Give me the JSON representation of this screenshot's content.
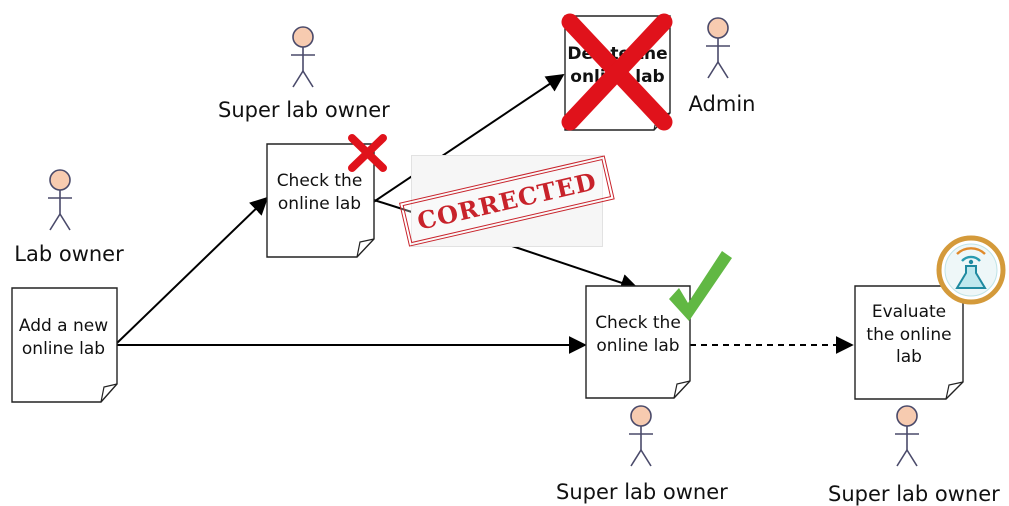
{
  "actors": {
    "lab_owner": "Lab owner",
    "super_lab_owner_top": "Super lab owner",
    "admin": "Admin",
    "super_lab_owner_mid": "Super lab owner",
    "super_lab_owner_right": "Super lab owner"
  },
  "documents": {
    "add_lab": [
      "Add a new",
      "online lab"
    ],
    "check_lab_top": [
      "Check the",
      "online lab"
    ],
    "delete_lab": [
      "Delete the",
      "online lab"
    ],
    "check_lab_mid": [
      "Check the",
      "online lab"
    ],
    "evaluate_lab": [
      "Evaluate",
      "the online",
      "lab"
    ]
  },
  "stamp": {
    "text": "CORRECTED"
  },
  "colors": {
    "actor_fill": "#f7cbb0",
    "actor_stroke": "#4a4a6a",
    "reject_red": "#e0121b",
    "approve_green": "#61b843",
    "stamp_red": "#c8232b"
  },
  "icons": {
    "reject": "red-x-icon",
    "approve": "green-check-icon",
    "badge": "lab-flask-badge-icon"
  }
}
